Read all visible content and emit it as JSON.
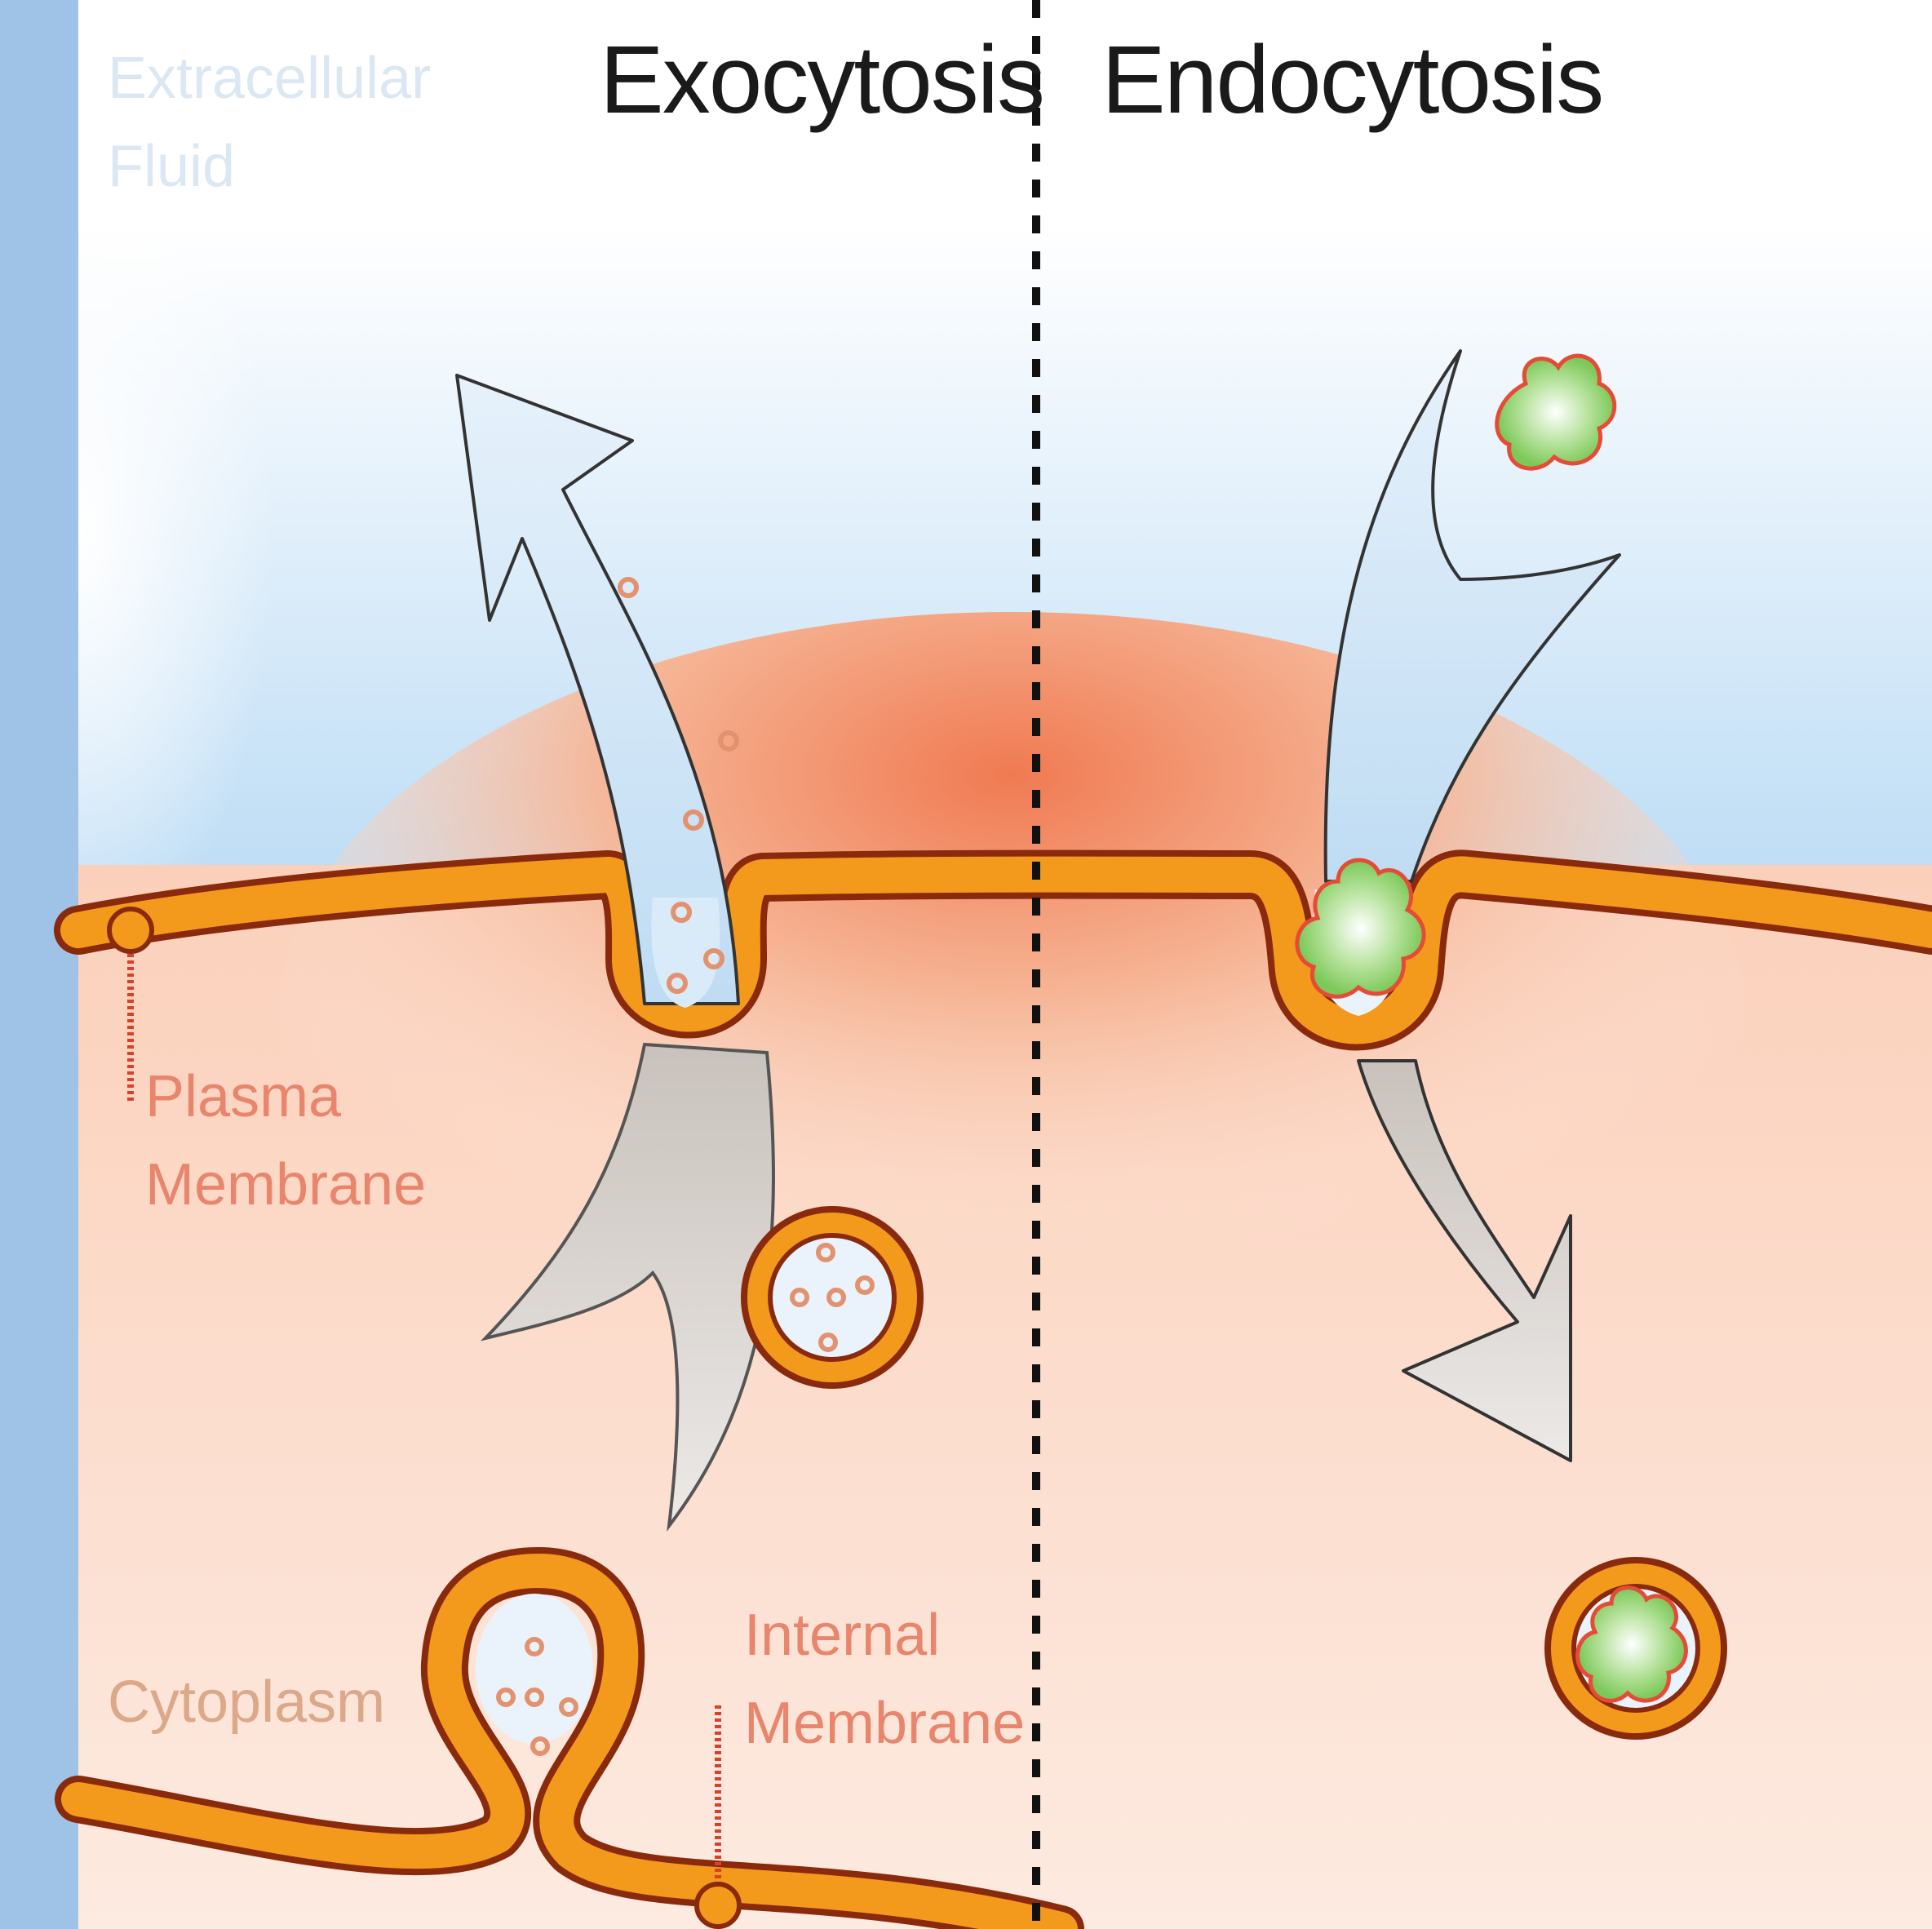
{
  "titles": {
    "exocytosis": "Exocytosis",
    "endocytosis": "Endocytosis"
  },
  "labels": {
    "extracellular_line1": "Extracellular",
    "extracellular_line2": "Fluid",
    "plasma_line1": "Plasma",
    "plasma_line2": "Membrane",
    "internal_line1": "Internal",
    "internal_line2": "Membrane",
    "cytoplasm": "Cytoplasm"
  },
  "colors": {
    "sidebar": "#9ec3e7",
    "membrane_fill": "#f39a1c",
    "membrane_edge": "#8a2a0c",
    "extracellular_blue": "#bfdcf3",
    "cytoplasm_peach": "#fbdccc",
    "cytoplasm_hot": "#f07a52",
    "arrow_blue": "#cfe5f6",
    "arrow_gray": "#d9d4d0",
    "particle_green": "#8fd46a",
    "particle_red": "#d43a2a",
    "cargo_dot": "#e39270",
    "divider": "#111111"
  },
  "icons": {
    "exocytosis_arrow": "up-left-arrow",
    "endocytosis_arrow_in": "down-arrow",
    "endocytosis_arrow_down": "down-right-arrow",
    "particle": "green-blob"
  }
}
